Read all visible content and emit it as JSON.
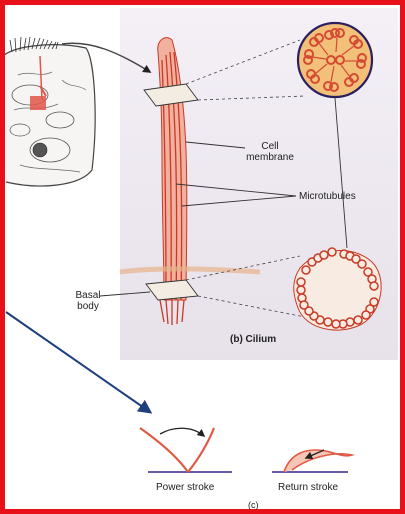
{
  "labels": {
    "cell_membrane_line1": "Cell",
    "cell_membrane_line2": "membrane",
    "microtubules": "Microtubules",
    "basal_body_line1": "Basal",
    "basal_body_line2": "body",
    "cilium_caption": "(b) Cilium",
    "power_stroke": "Power stroke",
    "return_stroke": "Return stroke",
    "panel_c": "(c)"
  },
  "colors": {
    "frame": "#e8111a",
    "panel_bg": "#ece7ee",
    "cilium_red": "#d9553d",
    "cilium_light": "#f2b19f",
    "pointer_arrow": "#1f3f7f",
    "baseline": "#6a5aa5",
    "ring_fill": "#f3c07a",
    "ring_stroke": "#2a2060"
  }
}
